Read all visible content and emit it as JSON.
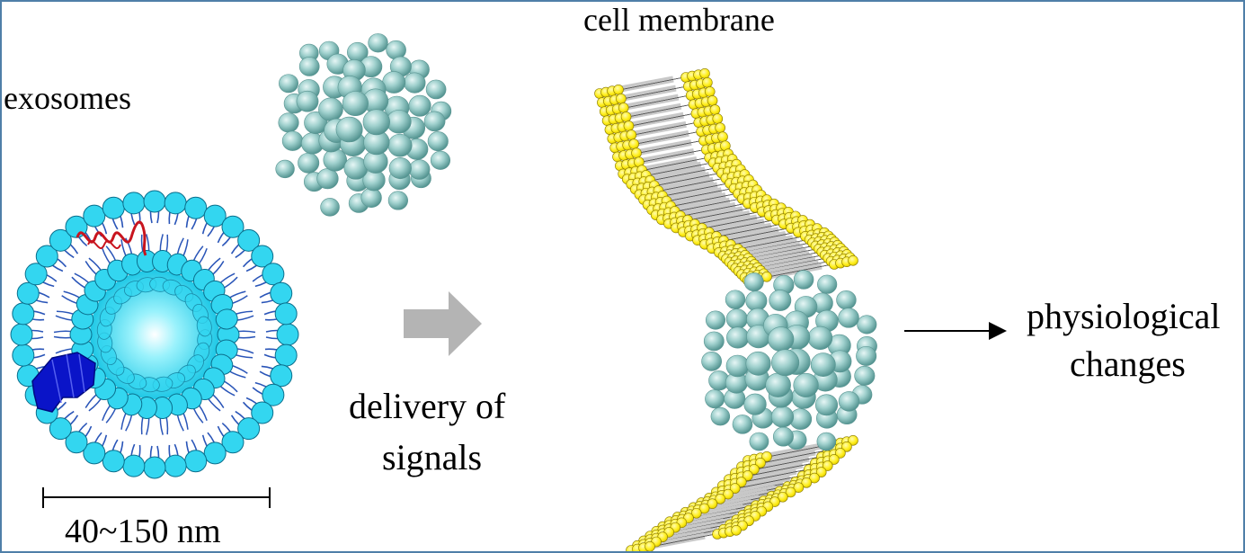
{
  "labels": {
    "exosomes": "exosomes",
    "cell_membrane": "cell membrane",
    "delivery_line1": "delivery of",
    "delivery_line2": "signals",
    "physio_line1": "physiological",
    "physio_line2": "changes",
    "scale": "40~150 nm"
  },
  "colors": {
    "border": "#4f7fa8",
    "lipid_head": "#33d6f0",
    "lipid_tail": "#2a55b8",
    "protein_blue": "#0a14c8",
    "rna_red": "#c8141e",
    "exosome_sphere": "#8fc4c2",
    "membrane_head": "#ffee1a",
    "membrane_core": "#c8c8c8",
    "arrow_gray": "#b4b4b4",
    "arrow_black": "#000000"
  },
  "icons": {
    "exosome_cross_section": "lipid-bilayer-vesicle-icon",
    "exosome_ball": "exosome-sphere-icon",
    "membrane": "lipid-bilayer-membrane-icon",
    "delivery_arrow": "block-arrow-right-icon",
    "result_arrow": "arrow-right-icon"
  }
}
